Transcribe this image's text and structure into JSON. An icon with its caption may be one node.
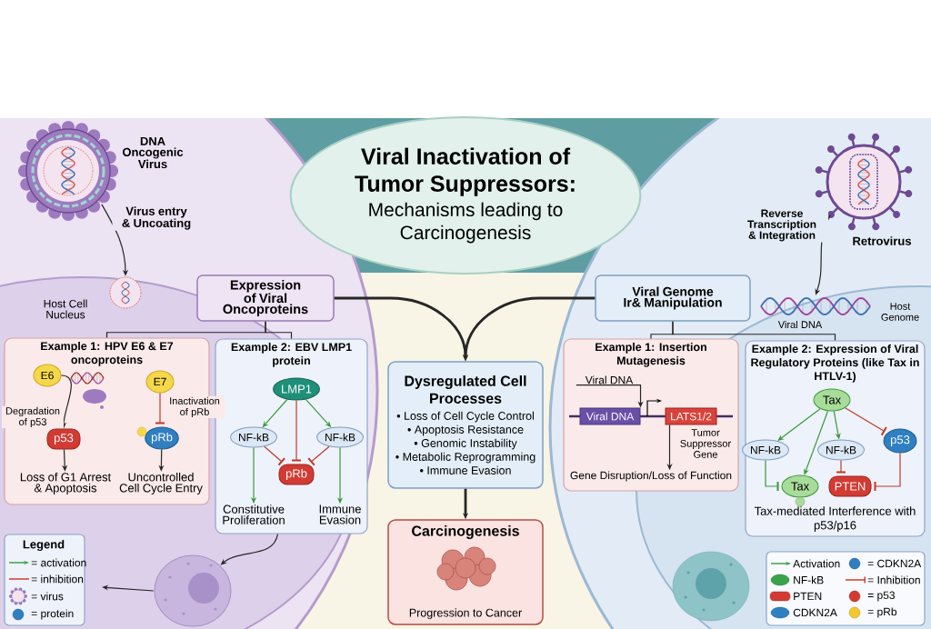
{
  "diagram": {
    "nodes": [
      {
        "text": [
          "Viral Inactivation of Tumor Suppressors:",
          "Mechanisms leading to Carcinogenesis"
        ]
      },
      {
        "text": [],
        "shape": "picture",
        "beside": [
          "DNA Oncogenic Virus"
        ]
      },
      {
        "text": [],
        "shape": "picture"
      },
      {
        "text": [
          "Expression of Viral Oncoproteins"
        ]
      },
      {
        "text": [
          "Example 1: HPV E6 & E7 oncoproteins"
        ]
      },
      {
        "text": [
          "E6"
        ],
        "in": 4
      },
      {
        "text": [
          "p53"
        ],
        "in": 4
      },
      {
        "text": [
          "E7"
        ],
        "in": 4
      },
      {
        "text": [
          "pRb"
        ],
        "in": 4
      },
      {
        "text": [
          "Loss of G1 Arrest & Apoptosis"
        ],
        "in": 4
      },
      {
        "text": [
          "Uncontrolled Cell Cycle Entry"
        ],
        "in": 4
      },
      {
        "text": [
          "Example 2: EBV LMP1 protein"
        ]
      },
      {
        "text": [
          "LMP1"
        ],
        "in": 11
      },
      {
        "text": [
          "NF-kB"
        ],
        "in": 11
      },
      {
        "text": [
          "NF-kB"
        ],
        "in": 11
      },
      {
        "text": [
          "pRb"
        ],
        "in": 11
      },
      {
        "text": [
          "Constitutive Proliferation"
        ],
        "in": 11
      },
      {
        "text": [
          "Immune Evasion"
        ],
        "in": 11
      },
      {
        "text": [
          "Dysregulated Cell Processes",
          "• Loss of Cell Cycle Control",
          "• Apoptosis Resistance",
          "• Genomic Instability",
          "• Metabolic Reprogramming",
          "• Immune Evasion"
        ]
      },
      {
        "text": [
          "Carcinogenesis",
          "Progression to Cancer"
        ]
      },
      {
        "text": [],
        "shape": "picture",
        "beside": [
          "Retrovirus"
        ]
      },
      {
        "text": [],
        "shape": "picture",
        "beside": [
          "Viral DNA"
        ]
      },
      {
        "text": [
          "Viral Genome Ir& Manipulation"
        ]
      },
      {
        "text": [
          "Example 1: Insertion Mutagenesis"
        ]
      },
      {
        "text": [
          "Viral DNA"
        ],
        "in": 23
      },
      {
        "text": [
          "Viral DNA"
        ],
        "in": 23
      },
      {
        "text": [
          "LATS1/2"
        ],
        "in": 23,
        "beside": [
          "Tumor Suppressor Gene"
        ]
      },
      {
        "text": [
          "Gene Disruption/Loss of Function"
        ],
        "in": 23
      },
      {
        "text": [
          "Example 2: Expression of Viral Regulatory Proteins (like Tax in HTLV-1)",
          "Tax-mediated Interference with p53/p16"
        ]
      },
      {
        "text": [
          "Tax"
        ],
        "in": 28
      },
      {
        "text": [
          "NF-kB"
        ],
        "in": 28
      },
      {
        "text": [
          "NF-kB"
        ],
        "in": 28
      },
      {
        "text": [
          "p53"
        ],
        "in": 28
      },
      {
        "text": [
          "Tax"
        ],
        "in": 28
      },
      {
        "text": [
          "PTEN"
        ],
        "in": 28
      },
      {
        "text": [],
        "shape": "picture"
      }
    ],
    "edges": [
      {
        "from": 1,
        "to": 2,
        "arrow": "to",
        "label": "Virus entry & Uncoating"
      },
      {
        "from": 3,
        "to": 4,
        "arrow": "none"
      },
      {
        "from": 3,
        "to": 11,
        "arrow": "none"
      },
      {
        "from": 5,
        "to": 6,
        "arrow": "to",
        "label": "Degradation of p53"
      },
      {
        "from": 7,
        "to": 8,
        "arrow": "other",
        "color": "#c0392b",
        "label": "Inactivation of pRb"
      },
      {
        "from": 6,
        "to": 9,
        "arrow": "to"
      },
      {
        "from": 8,
        "to": 10,
        "arrow": "to"
      },
      {
        "from": 12,
        "to": 13,
        "arrow": "to",
        "color": "#3a9a3a"
      },
      {
        "from": 12,
        "to": 14,
        "arrow": "to",
        "color": "#3a9a3a"
      },
      {
        "from": 12,
        "to": 15,
        "arrow": "other",
        "color": "#c0392b"
      },
      {
        "from": 13,
        "to": 15,
        "arrow": "other",
        "color": "#c0392b"
      },
      {
        "from": 14,
        "to": 15,
        "arrow": "other",
        "color": "#c0392b"
      },
      {
        "from": 13,
        "to": 16,
        "arrow": "to",
        "color": "#3a9a3a"
      },
      {
        "from": 14,
        "to": 17,
        "arrow": "to",
        "color": "#3a9a3a"
      },
      {
        "from": 3,
        "to": 18,
        "arrow": "to",
        "style": "thick"
      },
      {
        "from": 22,
        "to": 18,
        "arrow": "to",
        "style": "thick"
      },
      {
        "from": 18,
        "to": 19,
        "arrow": "to",
        "style": "thick"
      },
      {
        "from": 20,
        "to": 21,
        "arrow": "to",
        "label": "Reverse Transcription & Integration"
      },
      {
        "from": 22,
        "to": 23,
        "arrow": "none"
      },
      {
        "from": 22,
        "to": 28,
        "arrow": "none"
      },
      {
        "from": 24,
        "to": 25,
        "arrow": "to"
      },
      {
        "from": 26,
        "to": 27,
        "arrow": "to"
      },
      {
        "from": 29,
        "to": 30,
        "arrow": "to",
        "color": "#3a9a3a"
      },
      {
        "from": 29,
        "to": 33,
        "arrow": "to",
        "color": "#3a9a3a"
      },
      {
        "from": 29,
        "to": 31,
        "arrow": "to",
        "color": "#3a9a3a"
      },
      {
        "from": 29,
        "to": 32,
        "arrow": "other",
        "color": "#c0392b"
      },
      {
        "from": 30,
        "to": 33,
        "arrow": "other",
        "color": "#3a9a3a"
      },
      {
        "from": 31,
        "to": 34,
        "arrow": "other",
        "color": "#c0392b"
      },
      {
        "from": 32,
        "to": 34,
        "arrow": "other",
        "color": "#c0392b"
      },
      {
        "from": 11,
        "to": 35,
        "arrow": "to"
      },
      {
        "from": 35,
        "to": null,
        "arrow": "to"
      }
    ],
    "labels": [
      "Host Cell Nucleus",
      "Host Genome",
      "Legend"
    ],
    "legend": [
      {
        "text": "= activation"
      },
      {
        "text": "= inhibition"
      },
      {
        "text": "= virus"
      },
      {
        "text": "= protein",
        "color": "#2f7fc1"
      },
      {
        "text": "Activation"
      },
      {
        "text": "= CDKN2A",
        "color": "#2f7fc1"
      },
      {
        "text": "NF-kB",
        "color": "#3aa34a"
      },
      {
        "text": "= Inhibition"
      },
      {
        "text": "PTEN",
        "color": "#d13b33"
      },
      {
        "text": "= p53",
        "color": "#d13b33"
      },
      {
        "text": "CDKN2A",
        "color": "#2f7fc1"
      },
      {
        "text": "= pRb",
        "color": "#f2c830"
      }
    ]
  }
}
